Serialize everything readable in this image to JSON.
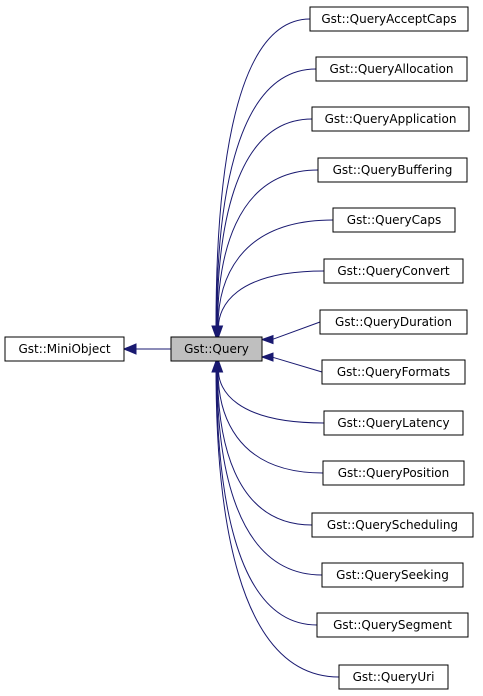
{
  "diagram": {
    "base_class": "Gst::MiniObject",
    "focus_class": "Gst::Query",
    "derived_classes": [
      "Gst::QueryAcceptCaps",
      "Gst::QueryAllocation",
      "Gst::QueryApplication",
      "Gst::QueryBuffering",
      "Gst::QueryCaps",
      "Gst::QueryConvert",
      "Gst::QueryDuration",
      "Gst::QueryFormats",
      "Gst::QueryLatency",
      "Gst::QueryPosition",
      "Gst::QueryScheduling",
      "Gst::QuerySeeking",
      "Gst::QuerySegment",
      "Gst::QueryUri"
    ],
    "edge_color": "#191970",
    "focus_fill": "#bfbfbf"
  }
}
